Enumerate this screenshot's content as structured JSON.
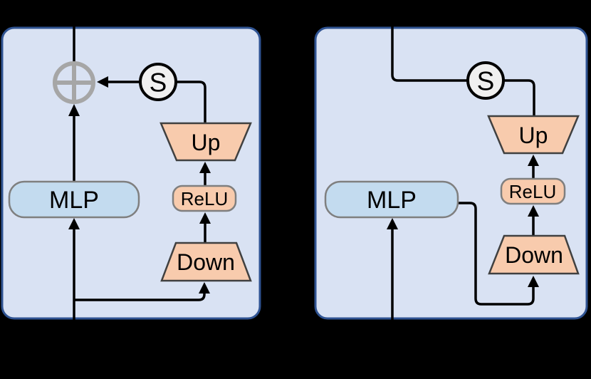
{
  "figure": {
    "description": "Two adapter-architecture block diagrams",
    "left_diagram_kind": "parallel adapter with residual add",
    "right_diagram_kind": "sequential adapter after MLP"
  },
  "left_diagram": {
    "mlp_label": "MLP",
    "up_label": "Up",
    "relu_label": "ReLU",
    "down_label": "Down",
    "scale_label": "S",
    "add_icon": "plus-in-circle"
  },
  "right_diagram": {
    "mlp_label": "MLP",
    "up_label": "Up",
    "relu_label": "ReLU",
    "down_label": "Down",
    "scale_label": "S"
  },
  "colors": {
    "background": "#000000",
    "panel_fill": "#D9E2F3",
    "panel_border": "#2F5392",
    "mlp_fill": "#C3DBEF",
    "mlp_border": "#7F7F7F",
    "adapter_fill": "#F8CBAD",
    "adapter_border": "#404040",
    "relu_border": "#7F7F7F",
    "scale_fill": "#F0F0F0",
    "scale_border": "#000000",
    "add_color": "#A6A6A6",
    "line_color": "#000000"
  }
}
